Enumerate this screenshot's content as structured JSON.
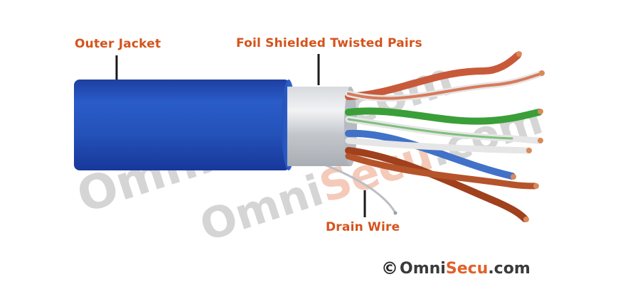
{
  "labels": {
    "outer_jacket": "Outer Jacket",
    "foil_pairs": "Foil Shielded Twisted Pairs",
    "drain_wire": "Drain Wire"
  },
  "watermark": {
    "part1": "Omni",
    "part2": "Secu",
    "part3": ".com"
  },
  "footer": {
    "copyright": "©",
    "brand_part1": "Omni",
    "brand_part2": "Secu",
    "brand_part3": ".com"
  },
  "colors": {
    "label": "#d4531c",
    "jacket": "#1e4fb5",
    "foil": "#c9cdd2",
    "pair_orange": "#c45a3a",
    "pair_green": "#3ca03a",
    "pair_blue": "#3f72c9",
    "pair_brown": "#a2401d",
    "copper": "#d88a5a"
  }
}
